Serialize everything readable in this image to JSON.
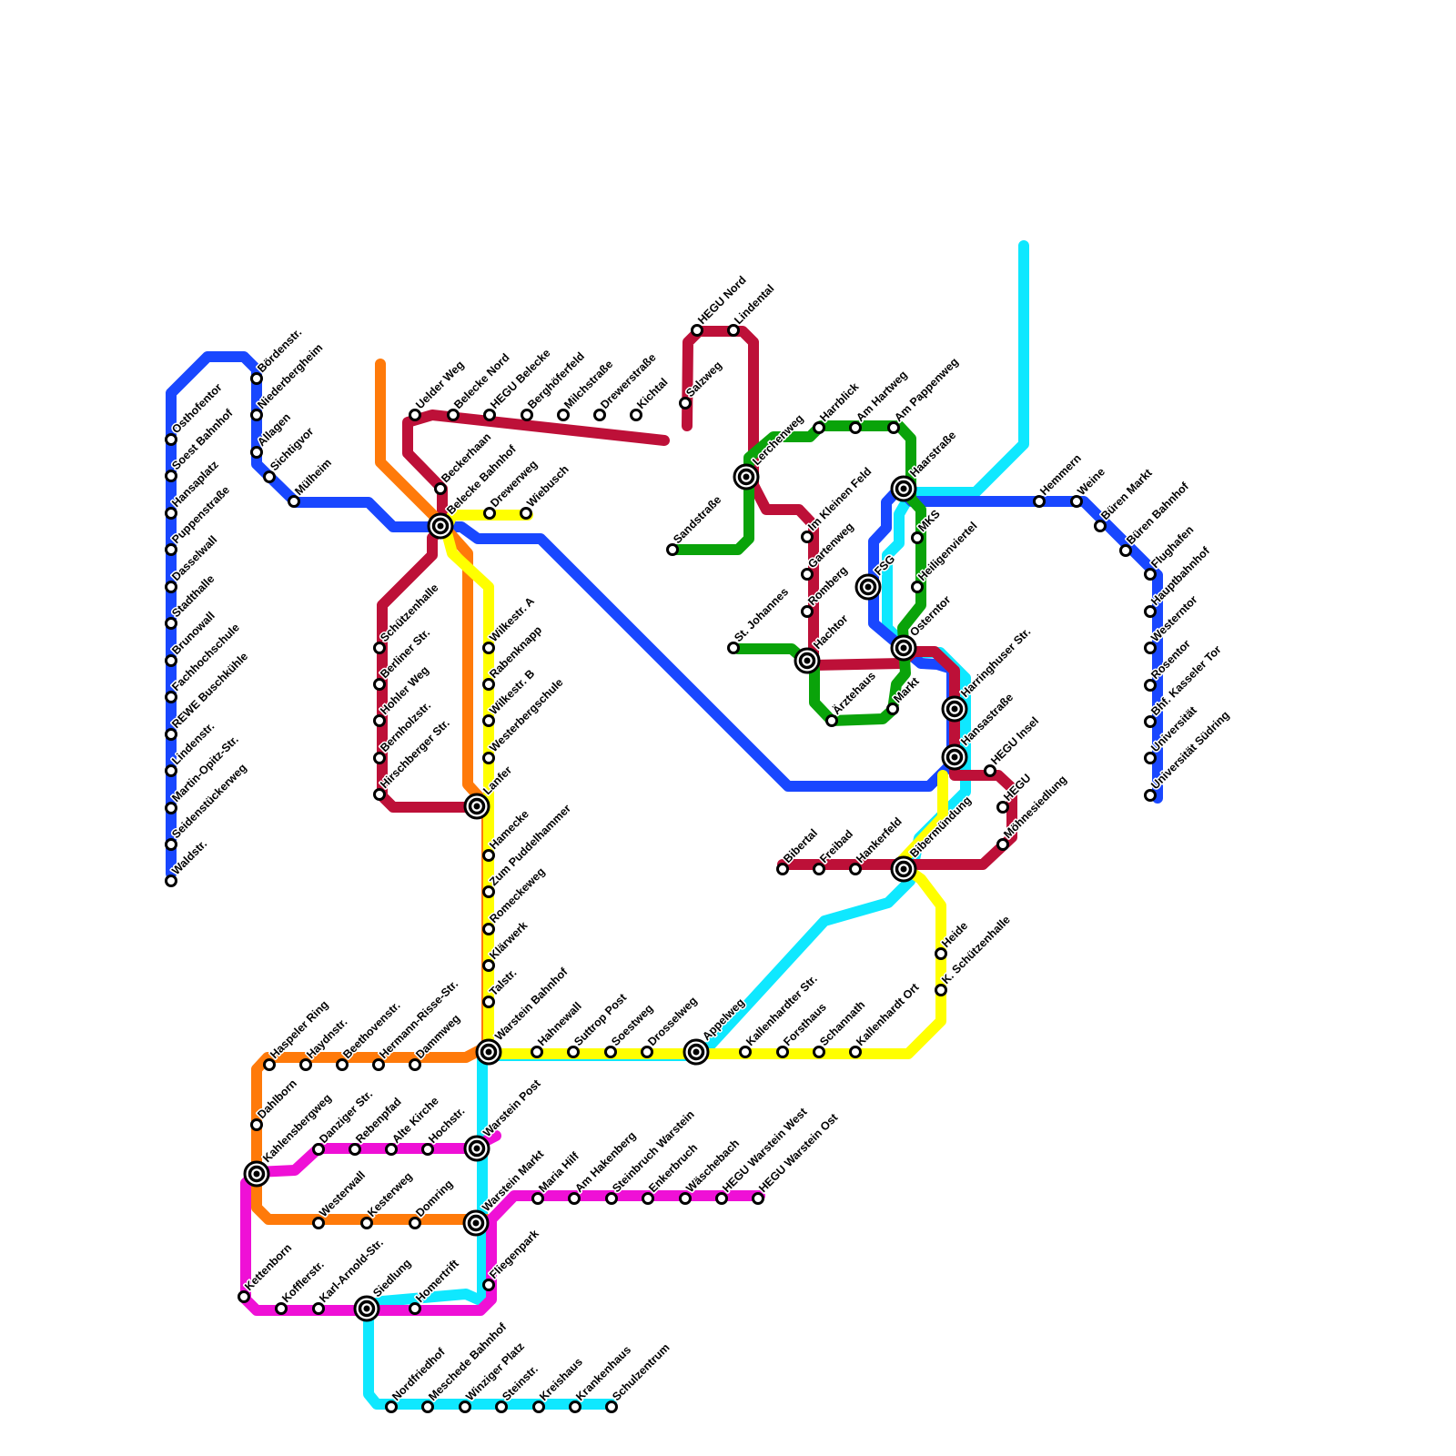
{
  "line_colors": {
    "blue": "#1947ff",
    "red": "#bd1038",
    "orange": "#ff7a0a",
    "yellow": "#ffff00",
    "green": "#0aa30a",
    "cyan": "#0fe8ff",
    "magenta": "#ef10d6"
  },
  "stations": [
    {
      "name": "Osthofentor",
      "type": "stop"
    },
    {
      "name": "Soest Bahnhof",
      "type": "stop"
    },
    {
      "name": "Hansaplatz",
      "type": "stop"
    },
    {
      "name": "Puppenstraße",
      "type": "stop"
    },
    {
      "name": "Dasselwall",
      "type": "stop"
    },
    {
      "name": "Stadthalle",
      "type": "stop"
    },
    {
      "name": "Brunowall",
      "type": "stop"
    },
    {
      "name": "Fachhochschule",
      "type": "stop"
    },
    {
      "name": "REWE Buschkühle",
      "type": "stop"
    },
    {
      "name": "Lindenstr.",
      "type": "stop"
    },
    {
      "name": "Martin-Opitz-Str.",
      "type": "stop"
    },
    {
      "name": "Seidenstückerweg",
      "type": "stop"
    },
    {
      "name": "Waldstr.",
      "type": "stop"
    },
    {
      "name": "Bördenstr.",
      "type": "stop"
    },
    {
      "name": "Niederbergheim",
      "type": "stop"
    },
    {
      "name": "Allagen",
      "type": "stop"
    },
    {
      "name": "Sichtigvor",
      "type": "stop"
    },
    {
      "name": "Mülheim",
      "type": "stop"
    },
    {
      "name": "Uelder Weg",
      "type": "stop"
    },
    {
      "name": "Belecke Nord",
      "type": "stop"
    },
    {
      "name": "HEGU Belecke",
      "type": "stop"
    },
    {
      "name": "Berghöferfeld",
      "type": "stop"
    },
    {
      "name": "Milchstraße",
      "type": "stop"
    },
    {
      "name": "Drewerstraße",
      "type": "stop"
    },
    {
      "name": "Kichtal",
      "type": "stop"
    },
    {
      "name": "Salzweg",
      "type": "stop"
    },
    {
      "name": "HEGU Nord",
      "type": "stop"
    },
    {
      "name": "Lindental",
      "type": "stop"
    },
    {
      "name": "Beckerhaan",
      "type": "stop"
    },
    {
      "name": "Belecke Bahnhof",
      "type": "hub"
    },
    {
      "name": "Drewerweg",
      "type": "stop"
    },
    {
      "name": "Wiebusch",
      "type": "stop"
    },
    {
      "name": "Schützenhalle",
      "type": "stop"
    },
    {
      "name": "Berliner Str.",
      "type": "stop"
    },
    {
      "name": "Hohler Weg",
      "type": "stop"
    },
    {
      "name": "Bernholzstr.",
      "type": "stop"
    },
    {
      "name": "Hirschberger Str.",
      "type": "stop"
    },
    {
      "name": "Wilkestr. A",
      "type": "stop"
    },
    {
      "name": "Rabenknapp",
      "type": "stop"
    },
    {
      "name": "Wilkestr. B",
      "type": "stop"
    },
    {
      "name": "Westerbergschule",
      "type": "stop"
    },
    {
      "name": "Lanfer",
      "type": "hub"
    },
    {
      "name": "Hamecke",
      "type": "stop"
    },
    {
      "name": "Zum Puddelhammer",
      "type": "stop"
    },
    {
      "name": "Romeckeweg",
      "type": "stop"
    },
    {
      "name": "Klärwerk",
      "type": "stop"
    },
    {
      "name": "Talstr.",
      "type": "stop"
    },
    {
      "name": "Warstein Bahnhof",
      "type": "hub"
    },
    {
      "name": "Hahnewall",
      "type": "stop"
    },
    {
      "name": "Suttrop Post",
      "type": "stop"
    },
    {
      "name": "Soestweg",
      "type": "stop"
    },
    {
      "name": "Drosselweg",
      "type": "stop"
    },
    {
      "name": "Appelweg",
      "type": "hub"
    },
    {
      "name": "Kallenhardter Str.",
      "type": "stop"
    },
    {
      "name": "Forsthaus",
      "type": "stop"
    },
    {
      "name": "Schannath",
      "type": "stop"
    },
    {
      "name": "Kallenhardt Ort",
      "type": "stop"
    },
    {
      "name": "Heide",
      "type": "stop"
    },
    {
      "name": "K. Schützenhalle",
      "type": "stop"
    },
    {
      "name": "Lerchenweg",
      "type": "hub"
    },
    {
      "name": "Sandstraße",
      "type": "stop"
    },
    {
      "name": "Harrblick",
      "type": "stop"
    },
    {
      "name": "Am Hartweg",
      "type": "stop"
    },
    {
      "name": "Am Pappenweg",
      "type": "stop"
    },
    {
      "name": "Haarstraße",
      "type": "hub"
    },
    {
      "name": "Im Kleinen Feld",
      "type": "stop"
    },
    {
      "name": "Gartenweg",
      "type": "stop"
    },
    {
      "name": "Romberg",
      "type": "stop"
    },
    {
      "name": "St. Johannes",
      "type": "stop"
    },
    {
      "name": "Hachtor",
      "type": "hub"
    },
    {
      "name": "Ärztehaus",
      "type": "stop"
    },
    {
      "name": "Markt",
      "type": "stop"
    },
    {
      "name": "FSG",
      "type": "hub"
    },
    {
      "name": "MKS",
      "type": "stop"
    },
    {
      "name": "Heiligenviertel",
      "type": "stop"
    },
    {
      "name": "Osterntor",
      "type": "hub"
    },
    {
      "name": "Harringhuser Str.",
      "type": "hub"
    },
    {
      "name": "Hansastraße",
      "type": "hub"
    },
    {
      "name": "HEGU Insel",
      "type": "stop"
    },
    {
      "name": "HEGU",
      "type": "stop"
    },
    {
      "name": "Möhnesiedlung",
      "type": "stop"
    },
    {
      "name": "Bibertal",
      "type": "stop"
    },
    {
      "name": "Freibad",
      "type": "stop"
    },
    {
      "name": "Hankerfeld",
      "type": "stop"
    },
    {
      "name": "Bibermündung",
      "type": "hub"
    },
    {
      "name": "Hemmern",
      "type": "stop"
    },
    {
      "name": "Weine",
      "type": "stop"
    },
    {
      "name": "Büren Markt",
      "type": "stop"
    },
    {
      "name": "Büren Bahnhof",
      "type": "stop"
    },
    {
      "name": "Flughafen",
      "type": "stop"
    },
    {
      "name": "Hauptbahnhof",
      "type": "stop"
    },
    {
      "name": "Westerntor",
      "type": "stop"
    },
    {
      "name": "Rosentor",
      "type": "stop"
    },
    {
      "name": "Bhf. Kasseler Tor",
      "type": "stop"
    },
    {
      "name": "Universität",
      "type": "stop"
    },
    {
      "name": "Universität Südring",
      "type": "stop"
    },
    {
      "name": "Haspeler Ring",
      "type": "stop"
    },
    {
      "name": "Haydnstr.",
      "type": "stop"
    },
    {
      "name": "Beethovenstr.",
      "type": "stop"
    },
    {
      "name": "Hermann-Risse-Str.",
      "type": "stop"
    },
    {
      "name": "Dammweg",
      "type": "stop"
    },
    {
      "name": "Dahlborn",
      "type": "stop"
    },
    {
      "name": "Kahlensbergweg",
      "type": "hub"
    },
    {
      "name": "Danziger Str.",
      "type": "stop"
    },
    {
      "name": "Rebenpfad",
      "type": "stop"
    },
    {
      "name": "Alte Kirche",
      "type": "stop"
    },
    {
      "name": "Hochstr.",
      "type": "stop"
    },
    {
      "name": "Warstein Post",
      "type": "hub"
    },
    {
      "name": "Westerwall",
      "type": "stop"
    },
    {
      "name": "Kesterweg",
      "type": "stop"
    },
    {
      "name": "Domring",
      "type": "stop"
    },
    {
      "name": "Warstein Markt",
      "type": "hub"
    },
    {
      "name": "Maria Hilf",
      "type": "stop"
    },
    {
      "name": "Am Hakenberg",
      "type": "stop"
    },
    {
      "name": "Steinbruch Warstein",
      "type": "stop"
    },
    {
      "name": "Enkerbruch",
      "type": "stop"
    },
    {
      "name": "Wäschebach",
      "type": "stop"
    },
    {
      "name": "HEGU Warstein West",
      "type": "stop"
    },
    {
      "name": "HEGU Warstein Ost",
      "type": "stop"
    },
    {
      "name": "Fliegenpark",
      "type": "stop"
    },
    {
      "name": "Kettenborn",
      "type": "stop"
    },
    {
      "name": "Kofflerstr.",
      "type": "stop"
    },
    {
      "name": "Karl-Arnold-Str.",
      "type": "stop"
    },
    {
      "name": "Siedlung",
      "type": "hub"
    },
    {
      "name": "Homertrift",
      "type": "stop"
    },
    {
      "name": "Nordfriedhof",
      "type": "stop"
    },
    {
      "name": "Meschede Bahnhof",
      "type": "stop"
    },
    {
      "name": "Winziger Platz",
      "type": "stop"
    },
    {
      "name": "Steinstr.",
      "type": "stop"
    },
    {
      "name": "Kreishaus",
      "type": "stop"
    },
    {
      "name": "Krankenhaus",
      "type": "stop"
    },
    {
      "name": "Schulzentrum",
      "type": "stop"
    }
  ]
}
